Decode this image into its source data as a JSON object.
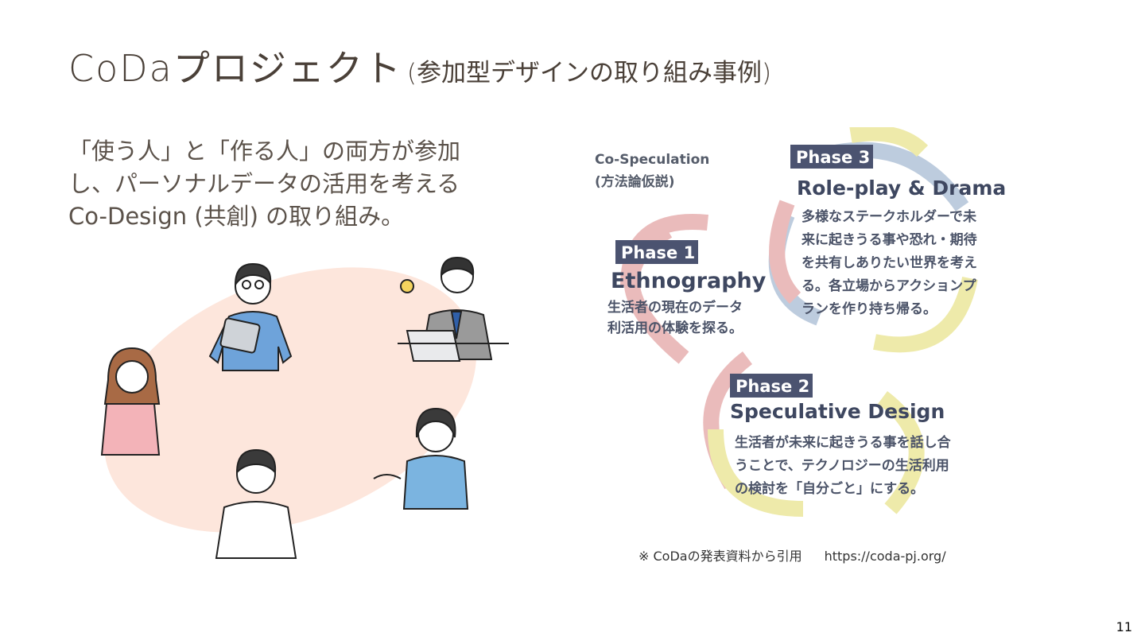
{
  "title": {
    "main": "CoDaプロジェクト",
    "sub": "(参加型デザインの取り組み事例)"
  },
  "lead": {
    "lines": [
      "「使う人」と「作る人」の両方が参加",
      "し、パーソナルデータの活用を考える",
      "Co-Design (共創) の取り組み。"
    ]
  },
  "diagram": {
    "method_title": "Co-Speculation",
    "method_sub": "(方法論仮説)",
    "phases": [
      {
        "tag": "Phase 1",
        "name": "Ethnography",
        "desc": [
          "生活者の現在のデータ",
          "利活用の体験を探る。"
        ]
      },
      {
        "tag": "Phase 2",
        "name": "Speculative Design",
        "desc": [
          "生活者が未来に起きうる事を話し合",
          "うことで、テクノロジーの生活利用",
          "の検討を「自分ごと」にする。"
        ]
      },
      {
        "tag": "Phase 3",
        "name": "Role-play & Drama",
        "desc": [
          "多様なステークホルダーで未",
          "来に起きうる事や恐れ・期待",
          "を共有しありたい世界を考え",
          "る。各立場からアクションプ",
          "ランを作り持ち帰る。"
        ]
      }
    ]
  },
  "citation": {
    "source": "※ CoDaの発表資料から引用",
    "url": "https://coda-pj.org/"
  },
  "page_number": "11",
  "colors": {
    "text": "#4a4038",
    "blob": "#fde6dc",
    "phase_tag_bg": "#4b5370",
    "swirl_pink": "#e4a5a5",
    "swirl_yellow": "#e9e48e",
    "swirl_blue": "#a8bcd3"
  }
}
